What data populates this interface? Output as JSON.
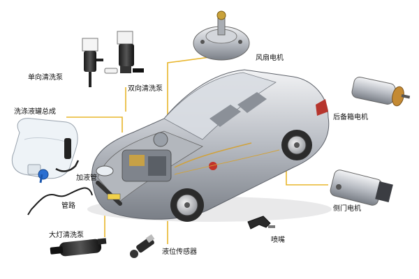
{
  "labels": {
    "single_pump": "单向清洗泵",
    "dual_pump": "双向清洗泵",
    "fan_motor": "风扇电机",
    "trunk_motor": "后备箱电机",
    "washer_assembly": "洗涤液罐总成",
    "filler_pipe": "加液管",
    "pipeline": "管路",
    "headlight_pump": "大灯清洗泵",
    "level_sensor": "液位传感器",
    "nozzle": "喷嘴",
    "door_motor": "侧门电机"
  },
  "colors": {
    "leader_line": "#e8b52a",
    "body_silver": "#c9ccd1",
    "tank_white": "#eef3f7",
    "cap_blue": "#2a6fd1"
  }
}
